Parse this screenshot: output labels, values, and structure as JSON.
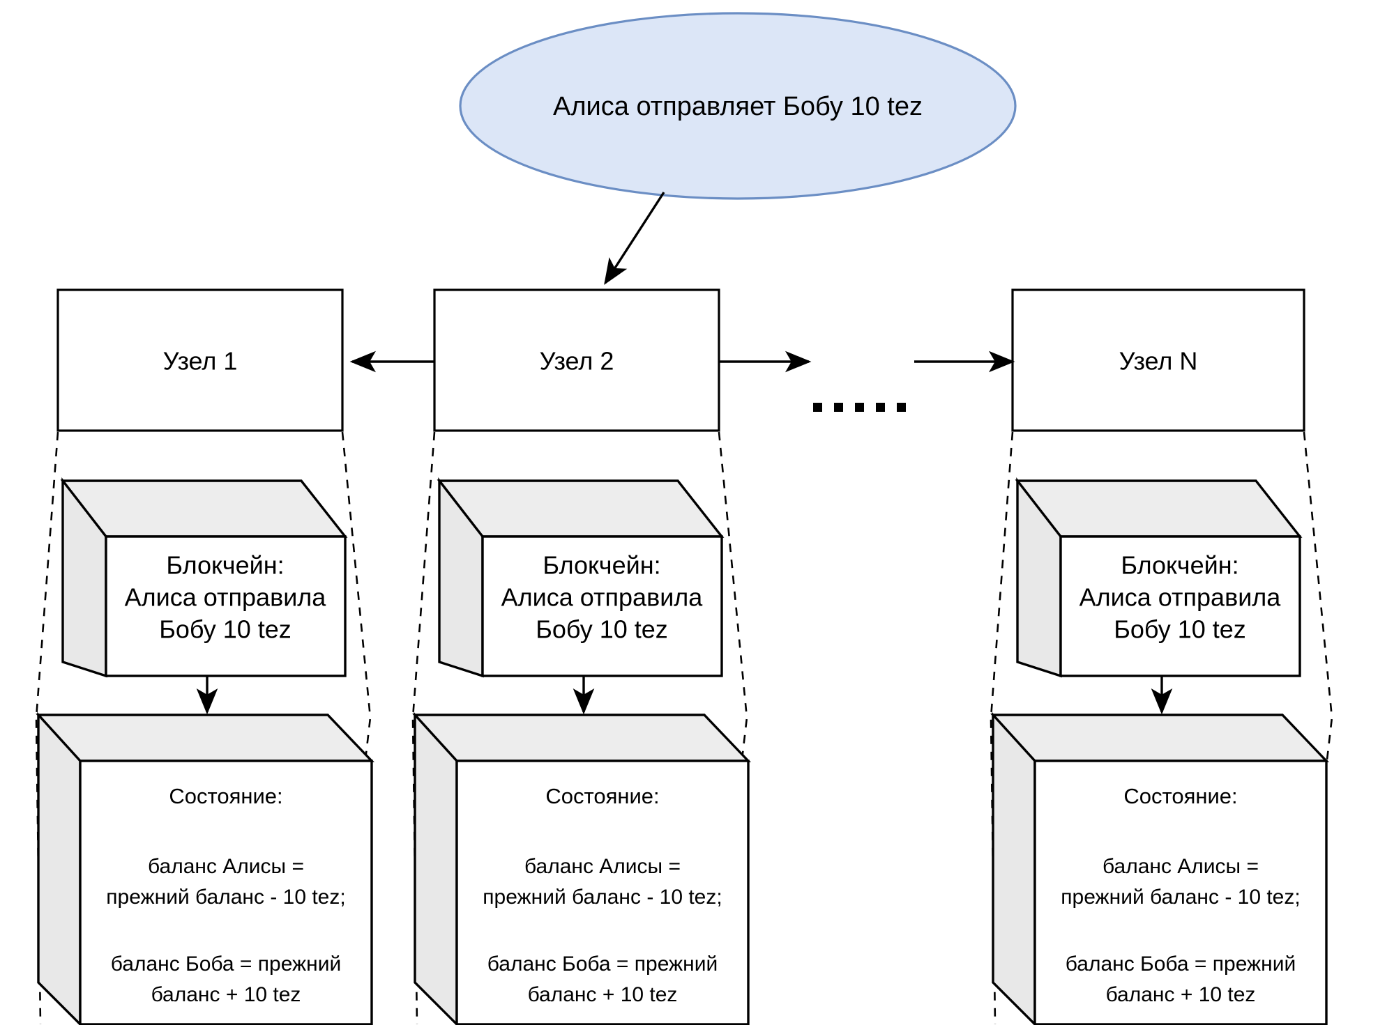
{
  "diagram": {
    "title_bubble": {
      "text": "Алиса отправляет Бобу 10 tez",
      "fill_color": "#dce6f7",
      "stroke_color": "#6b8ec4"
    },
    "ellipsis_label": ". . . . .",
    "nodes": [
      {
        "id": "node-1",
        "label": "Узел 1",
        "blockchain": {
          "line1": "Блокчейн:",
          "line2": "Алиса отправила",
          "line3": "Бобу 10 tez"
        },
        "state": {
          "title": "Состояние:",
          "line1": "баланс Алисы =",
          "line2": "прежний баланс - 10 tez;",
          "line3": "баланс Боба = прежний",
          "line4": "баланс + 10 tez"
        }
      },
      {
        "id": "node-2",
        "label": "Узел 2",
        "blockchain": {
          "line1": "Блокчейн:",
          "line2": "Алиса отправила",
          "line3": "Бобу 10 tez"
        },
        "state": {
          "title": "Состояние:",
          "line1": "баланс Алисы =",
          "line2": "прежний баланс - 10 tez;",
          "line3": "баланс Боба = прежний",
          "line4": "баланс + 10 tez"
        }
      },
      {
        "id": "node-n",
        "label": "Узел N",
        "blockchain": {
          "line1": "Блокчейн:",
          "line2": "Алиса отправила",
          "line3": "Бобу 10 tez"
        },
        "state": {
          "title": "Состояние:",
          "line1": "баланс Алисы =",
          "line2": "прежний баланс - 10 tez;",
          "line3": "баланс Боба = прежний",
          "line4": "баланс + 10 tez"
        }
      }
    ],
    "colors": {
      "cube_top": "#ededed",
      "cube_side": "#e8e8e8",
      "cube_front": "#ffffff",
      "stroke": "#000000"
    }
  }
}
